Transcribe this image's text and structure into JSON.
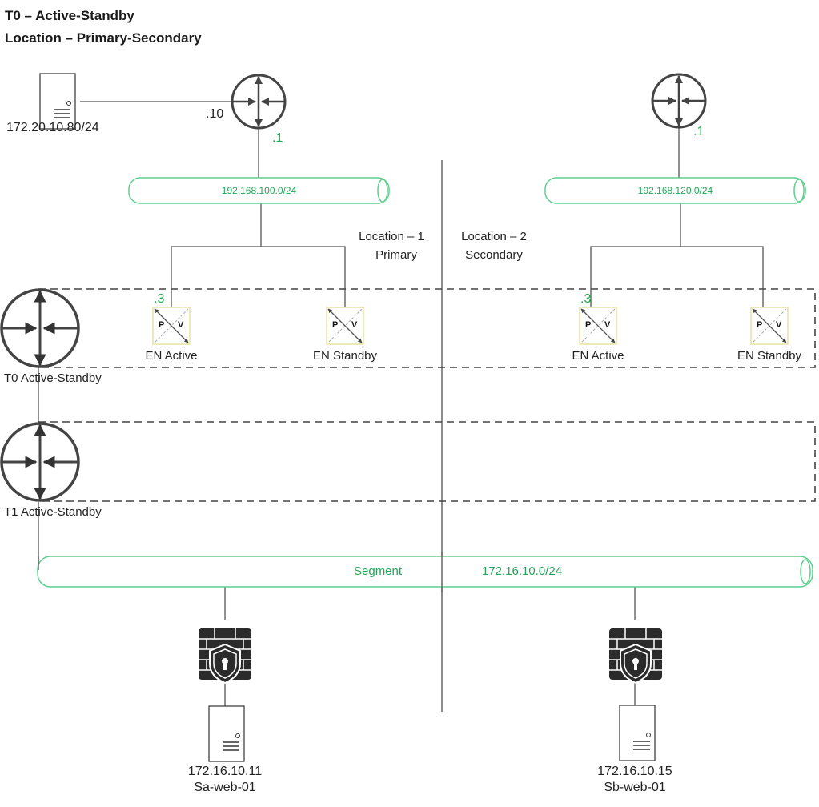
{
  "title": {
    "line1": "T0 – Active-Standby",
    "line2": "Location – Primary-Secondary"
  },
  "colors": {
    "network_green": "#22a659",
    "line_gray": "#555555",
    "icon_dark": "#3a3a3a"
  },
  "external_server": {
    "icon": "server-icon",
    "address": "172.20.10.80/24",
    "link_ip": ".10"
  },
  "location1": {
    "label": "Location – 1",
    "role": "Primary",
    "router": {
      "icon": "router-icon",
      "ip": ".1"
    },
    "network": "192.168.100.0/24",
    "edge_nodes": [
      {
        "label": "EN Active",
        "ip": ".3",
        "p": "P",
        "v": "V"
      },
      {
        "label": "EN Standby",
        "ip": "",
        "p": "P",
        "v": "V"
      }
    ]
  },
  "location2": {
    "label": "Location – 2",
    "role": "Secondary",
    "router": {
      "icon": "router-icon",
      "ip": ".1"
    },
    "network": "192.168.120.0/24",
    "edge_nodes": [
      {
        "label": "EN Active",
        "ip": ".3",
        "p": "P",
        "v": "V"
      },
      {
        "label": "EN Standby",
        "ip": "",
        "p": "P",
        "v": "V"
      }
    ]
  },
  "t0": {
    "label": "T0 Active-Standby",
    "icon": "router-icon"
  },
  "t1": {
    "label": "T1 Active-Standby",
    "icon": "router-icon"
  },
  "segment": {
    "label": "Segment",
    "network": "172.16.10.0/24"
  },
  "vms": [
    {
      "ip": "172.16.10.11",
      "name": "Sa-web-01",
      "firewall_icon": "firewall-icon",
      "server_icon": "server-icon"
    },
    {
      "ip": "172.16.10.15",
      "name": "Sb-web-01",
      "firewall_icon": "firewall-icon",
      "server_icon": "server-icon"
    }
  ]
}
